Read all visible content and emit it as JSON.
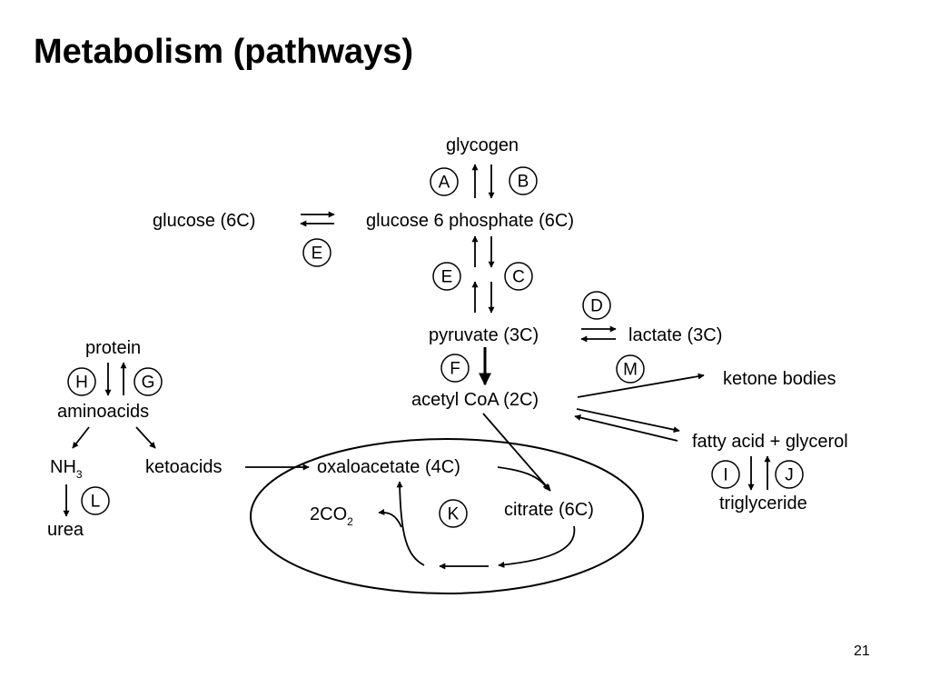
{
  "slide": {
    "title": "Metabolism (pathways)",
    "page_number": "21"
  },
  "diagram": {
    "nodes": {
      "glycogen": "glycogen",
      "glucose": "glucose (6C)",
      "g6p": "glucose 6 phosphate (6C)",
      "pyruvate": "pyruvate (3C)",
      "lactate": "lactate (3C)",
      "acetyl_coa": "acetyl CoA (2C)",
      "ketone_bodies": "ketone bodies",
      "fatty_acid_glycerol": "fatty acid + glycerol",
      "triglyceride": "triglyceride",
      "protein": "protein",
      "aminoacids": "aminoacids",
      "nh3_main": "NH",
      "nh3_sub": "3",
      "urea": "urea",
      "ketoacids": "ketoacids",
      "oxaloacetate": "oxaloacetate (4C)",
      "citrate": "citrate (6C)",
      "co2_main": "2CO",
      "co2_sub": "2"
    },
    "markers": {
      "A": "A",
      "B": "B",
      "C": "C",
      "D": "D",
      "E1": "E",
      "E2": "E",
      "F": "F",
      "G": "G",
      "H": "H",
      "I": "I",
      "J": "J",
      "K": "K",
      "L": "L",
      "M": "M"
    }
  }
}
